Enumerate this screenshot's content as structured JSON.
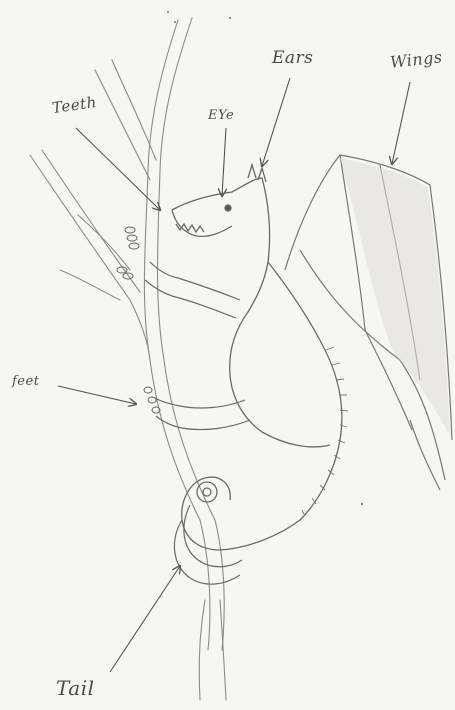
{
  "labels": {
    "teeth": "Teeth",
    "eye": "EYe",
    "ears": "Ears",
    "wings": "Wings",
    "feet": "feet",
    "tail": "Tail"
  },
  "colors": {
    "paper": "#f6f6f4",
    "pencil": "#7a7a7a",
    "pencil_dark": "#555555",
    "shading": "#dcdcd8"
  }
}
